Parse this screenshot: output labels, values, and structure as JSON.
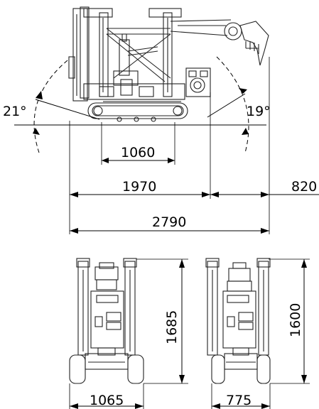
{
  "dimensions": {
    "angle_left": "21°",
    "angle_right": "19°",
    "track_width": "1060",
    "body_length": "1970",
    "boom_extension": "820",
    "total_length": "2790",
    "front_height": "1685",
    "front_width": "1065",
    "rear_height": "1600",
    "rear_width": "775"
  }
}
